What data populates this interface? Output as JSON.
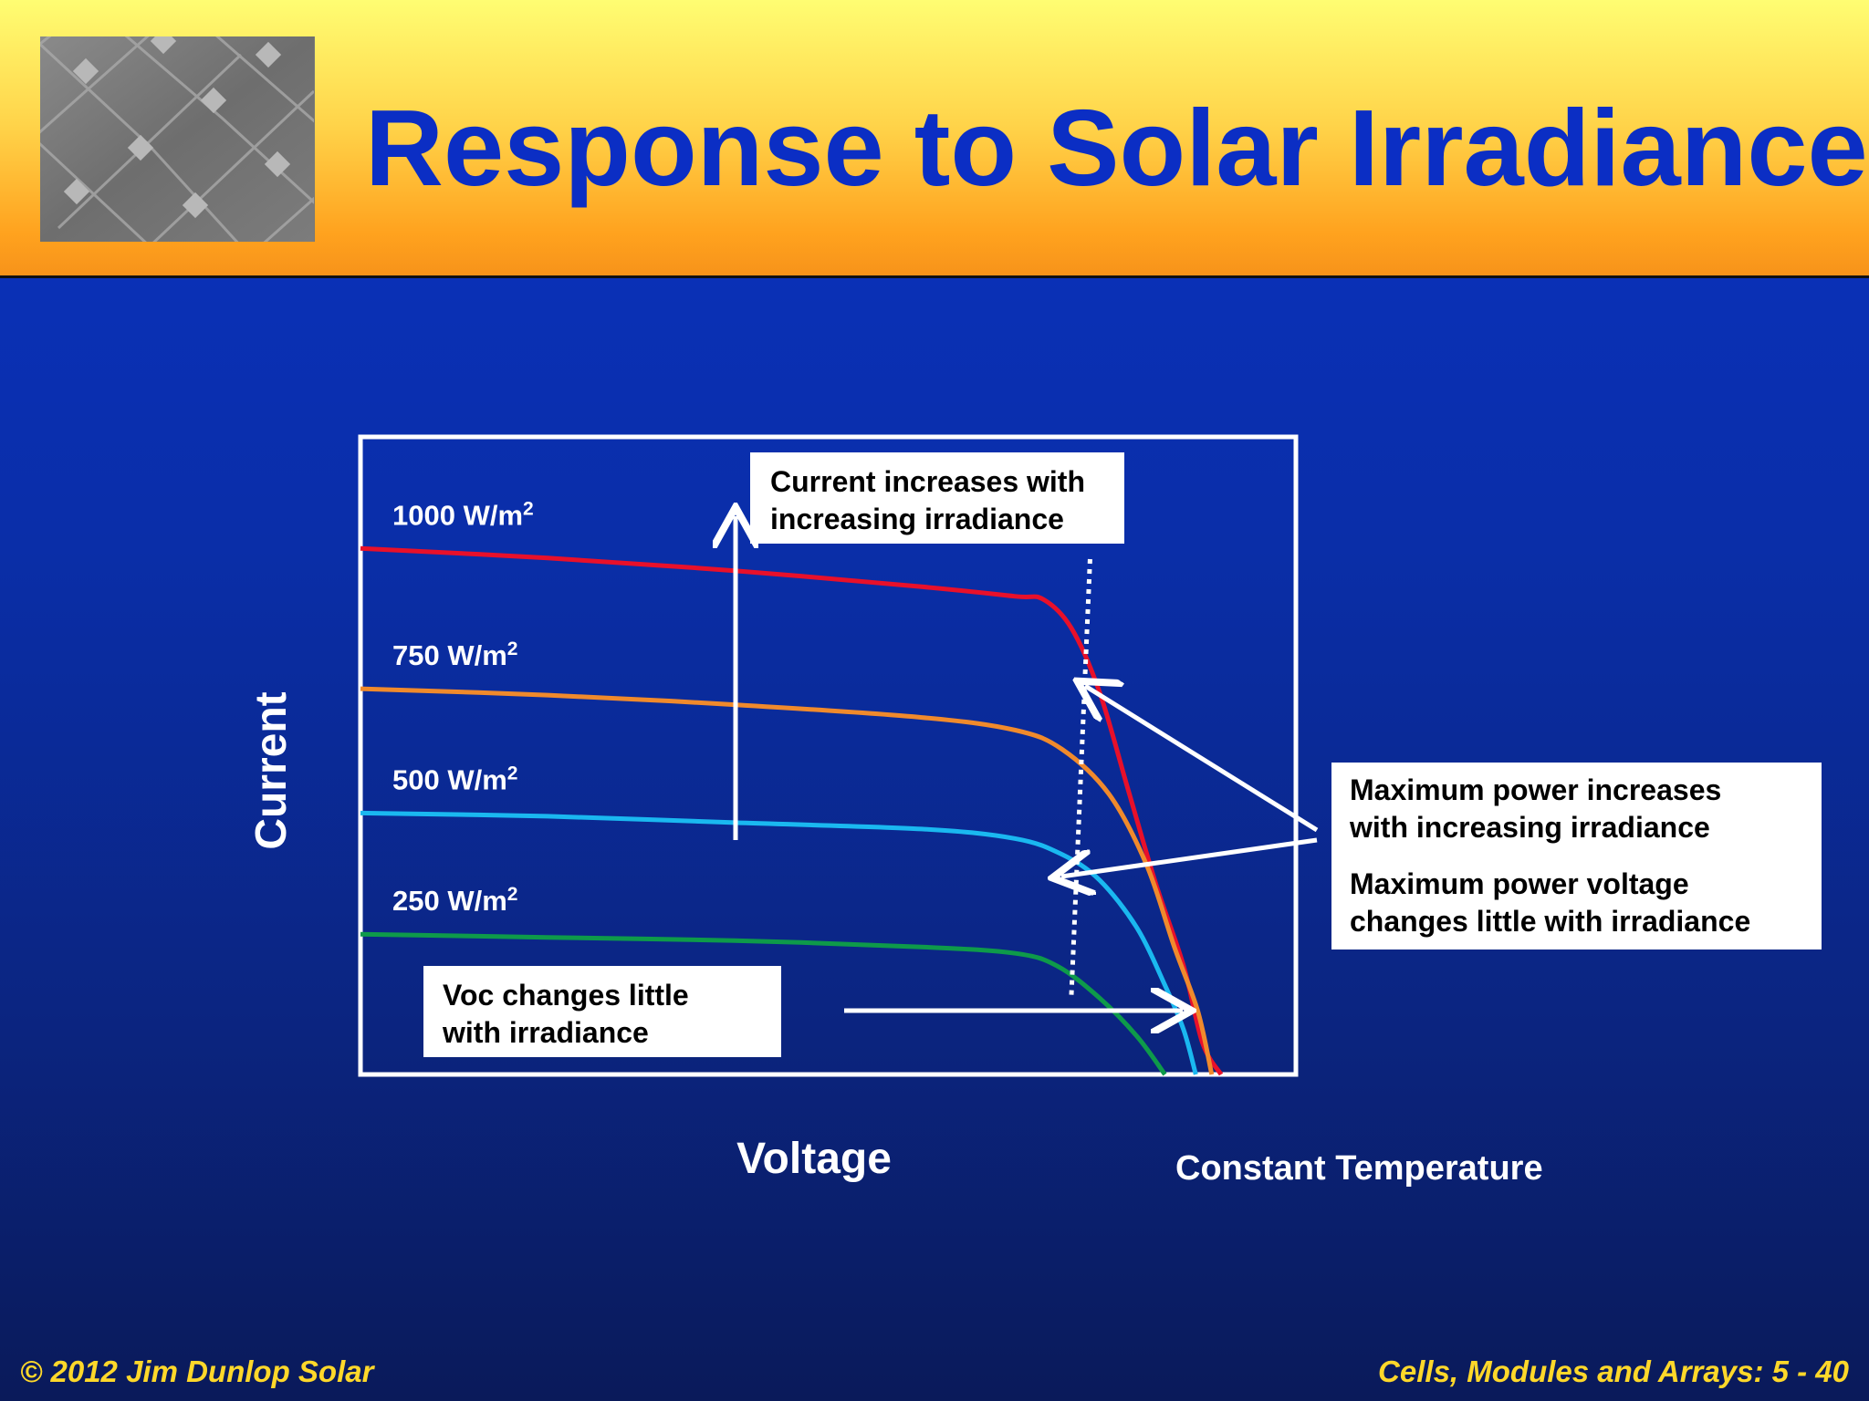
{
  "slide": {
    "title": "Response to Solar Irradiance",
    "thumbnail_icon": "solar-cell-texture-image"
  },
  "colors": {
    "header_top": "#fffd72",
    "header_bottom": "#f7931a",
    "title": "#0b2ec4",
    "background": "#0a2ea8",
    "footer_text": "#ffd82a"
  },
  "chart_data": {
    "type": "line",
    "xlabel": "Voltage",
    "ylabel": "Current",
    "annotation": "Constant Temperature",
    "x_range": [
      0,
      1
    ],
    "y_range": [
      0,
      1
    ],
    "series": [
      {
        "name": "1000 W/m",
        "superscript": "2",
        "color": "#e8102a",
        "points": [
          [
            0,
            0.825
          ],
          [
            0.2,
            0.81
          ],
          [
            0.4,
            0.79
          ],
          [
            0.6,
            0.765
          ],
          [
            0.7,
            0.75
          ],
          [
            0.73,
            0.745
          ],
          [
            0.76,
            0.7
          ],
          [
            0.79,
            0.6
          ],
          [
            0.82,
            0.45
          ],
          [
            0.85,
            0.3
          ],
          [
            0.88,
            0.17
          ],
          [
            0.9,
            0.05
          ],
          [
            0.92,
            0
          ]
        ]
      },
      {
        "name": "750 W/m",
        "superscript": "2",
        "color": "#f08a2c",
        "points": [
          [
            0,
            0.605
          ],
          [
            0.2,
            0.595
          ],
          [
            0.4,
            0.58
          ],
          [
            0.6,
            0.56
          ],
          [
            0.7,
            0.54
          ],
          [
            0.75,
            0.51
          ],
          [
            0.8,
            0.44
          ],
          [
            0.84,
            0.33
          ],
          [
            0.87,
            0.2
          ],
          [
            0.895,
            0.1
          ],
          [
            0.91,
            0
          ]
        ]
      },
      {
        "name": "500 W/m",
        "superscript": "2",
        "color": "#1ab8f0",
        "points": [
          [
            0,
            0.41
          ],
          [
            0.2,
            0.405
          ],
          [
            0.4,
            0.395
          ],
          [
            0.6,
            0.385
          ],
          [
            0.7,
            0.37
          ],
          [
            0.75,
            0.345
          ],
          [
            0.79,
            0.305
          ],
          [
            0.83,
            0.23
          ],
          [
            0.86,
            0.14
          ],
          [
            0.88,
            0.07
          ],
          [
            0.893,
            0
          ]
        ]
      },
      {
        "name": "250 W/m",
        "superscript": "2",
        "color": "#0e9a4a",
        "points": [
          [
            0,
            0.22
          ],
          [
            0.2,
            0.215
          ],
          [
            0.4,
            0.21
          ],
          [
            0.6,
            0.2
          ],
          [
            0.7,
            0.19
          ],
          [
            0.745,
            0.17
          ],
          [
            0.79,
            0.12
          ],
          [
            0.83,
            0.06
          ],
          [
            0.86,
            0
          ]
        ]
      }
    ],
    "max_power_line": [
      [
        0.76,
        0.125
      ],
      [
        0.78,
        0.81
      ]
    ]
  },
  "callouts": {
    "current": {
      "line1": "Current increases with",
      "line2": "increasing irradiance"
    },
    "voc": {
      "line1": "Voc changes little",
      "line2": "with irradiance"
    },
    "max_power": {
      "line1": "Maximum power increases",
      "line2": "with increasing irradiance",
      "line3": "Maximum power voltage",
      "line4": "changes little with irradiance"
    }
  },
  "footer": {
    "left": "© 2012 Jim Dunlop Solar",
    "right": "Cells, Modules and Arrays: 5 - 40"
  }
}
